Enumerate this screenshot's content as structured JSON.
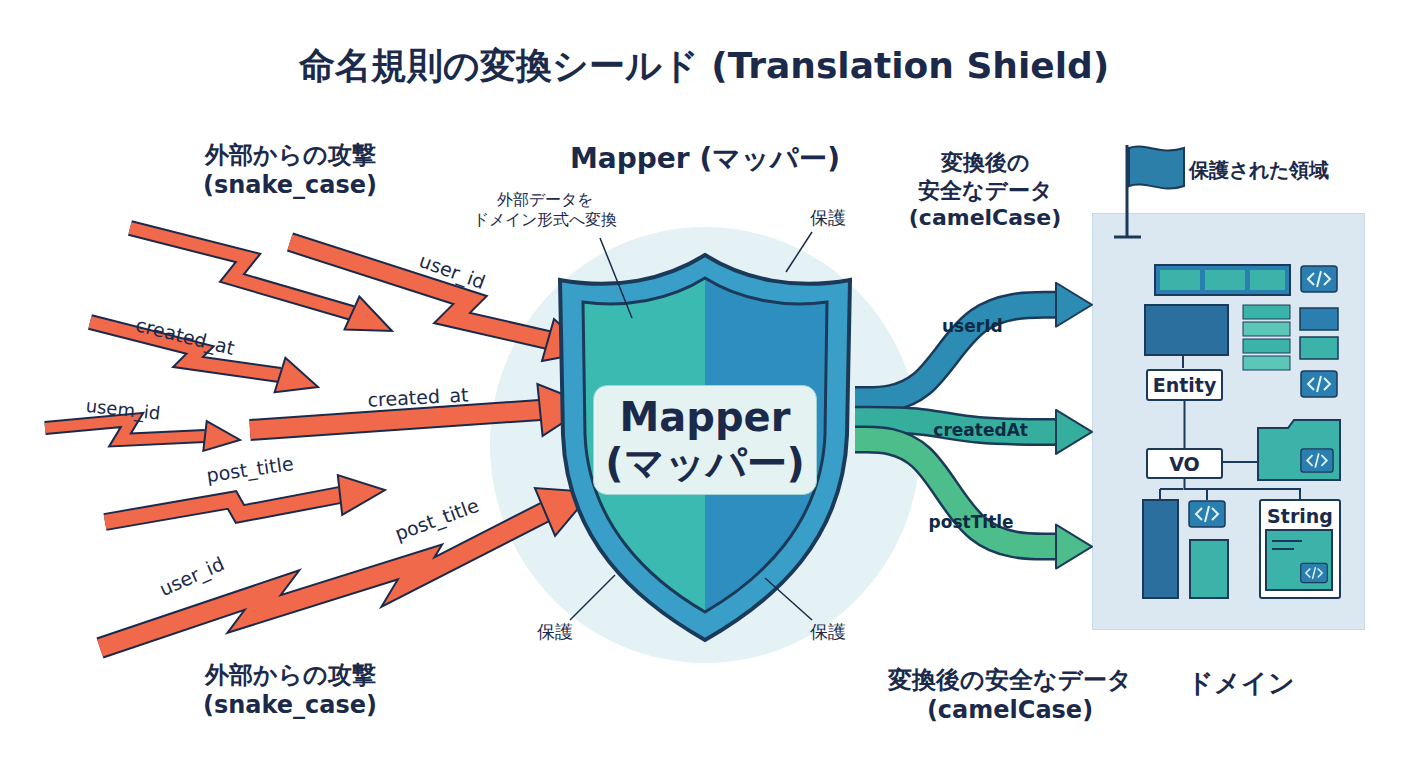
{
  "diagram": {
    "title": "命名規則の変換シールド (Translation Shield)",
    "nodes": [
      {
        "text": [
          "Mapper (マッパー)"
        ]
      },
      {
        "text": [
          "保護された領域",
          "ドメイン"
        ]
      },
      {
        "text": [
          "Entity"
        ],
        "in": 1
      },
      {
        "text": [
          "VO"
        ],
        "in": 1
      },
      {
        "text": [
          "String"
        ],
        "in": 1
      }
    ],
    "edges": [
      {
        "from": 0,
        "to": 1,
        "label": "userId",
        "arrow": "to"
      },
      {
        "from": 0,
        "to": 1,
        "label": "createdAt",
        "arrow": "to"
      },
      {
        "from": 0,
        "to": 1,
        "label": "postTitle",
        "arrow": "to"
      },
      {
        "from": 2,
        "to": 3,
        "arrow": "none"
      },
      {
        "from": 3,
        "to": 4,
        "arrow": "none"
      }
    ],
    "labels": [
      "外部からの攻撃 (snake_case)",
      "Mapper (マッパー)",
      "変換後の 安全なデータ (camelCase)",
      "外部データを ドメイン形式へ変換",
      "保護",
      "user_id",
      "created_at",
      "usem_id",
      "created_at",
      "post_title",
      "post_title",
      "user_id",
      "保護",
      "保護",
      "外部からの攻撃 (snake_case)",
      "変換後の安全なデータ (camelCase)"
    ]
  }
}
